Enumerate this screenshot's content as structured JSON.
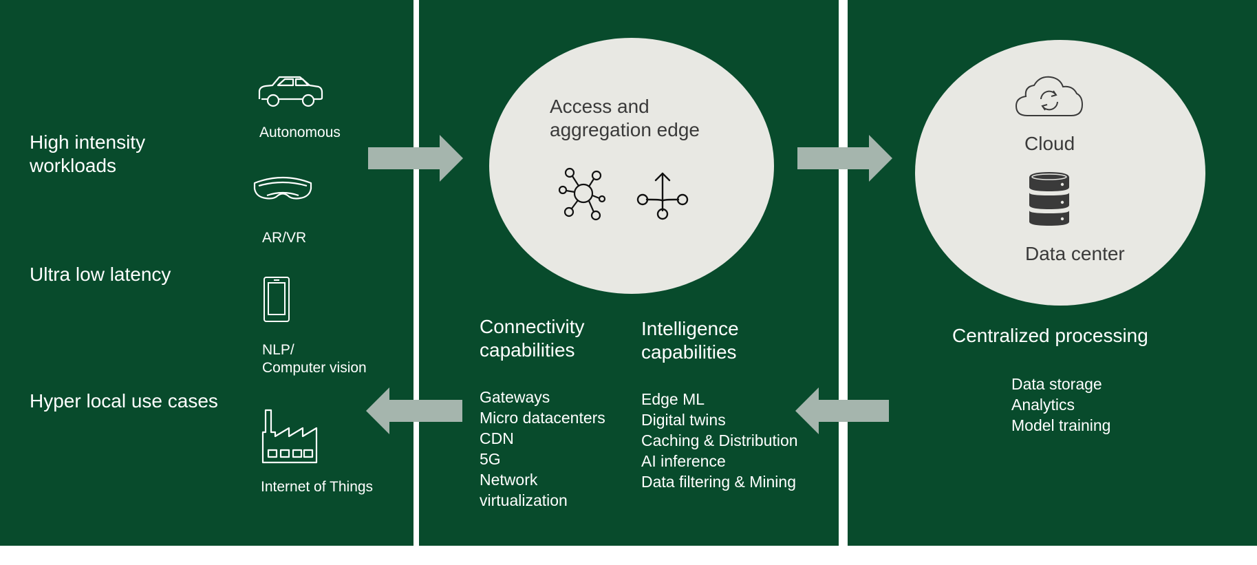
{
  "colors": {
    "panel": "#084b2c",
    "oval": "#e8e8e3",
    "arrow": "#a5b5ad",
    "divider": "#ffffff"
  },
  "left": {
    "categories": [
      "High intensity\nworkloads",
      "Ultra low latency",
      "Hyper local use cases"
    ],
    "items": [
      {
        "icon": "car-icon",
        "label": "Autonomous"
      },
      {
        "icon": "vr-headset-icon",
        "label": "AR/VR"
      },
      {
        "icon": "smartphone-icon",
        "label": "NLP/\nComputer vision"
      },
      {
        "icon": "factory-icon",
        "label": "Internet of Things"
      }
    ]
  },
  "edge": {
    "title": "Access and\naggregation edge",
    "icons": [
      "network-hub-icon",
      "branch-arrow-icon"
    ],
    "connectivity": {
      "heading": "Connectivity\ncapabilities",
      "items": [
        "Gateways",
        "Micro datacenters",
        "CDN",
        "5G",
        "Network\nvirtualization"
      ]
    },
    "intelligence": {
      "heading": "Intelligence\ncapabilities",
      "items": [
        "Edge ML",
        "Digital twins",
        "Caching & Distribution",
        "AI inference",
        "Data filtering & Mining"
      ]
    }
  },
  "central": {
    "cloud_label": "Cloud",
    "datacenter_label": "Data center",
    "heading": "Centralized processing",
    "items": [
      "Data storage",
      "Analytics",
      "Model training"
    ]
  }
}
